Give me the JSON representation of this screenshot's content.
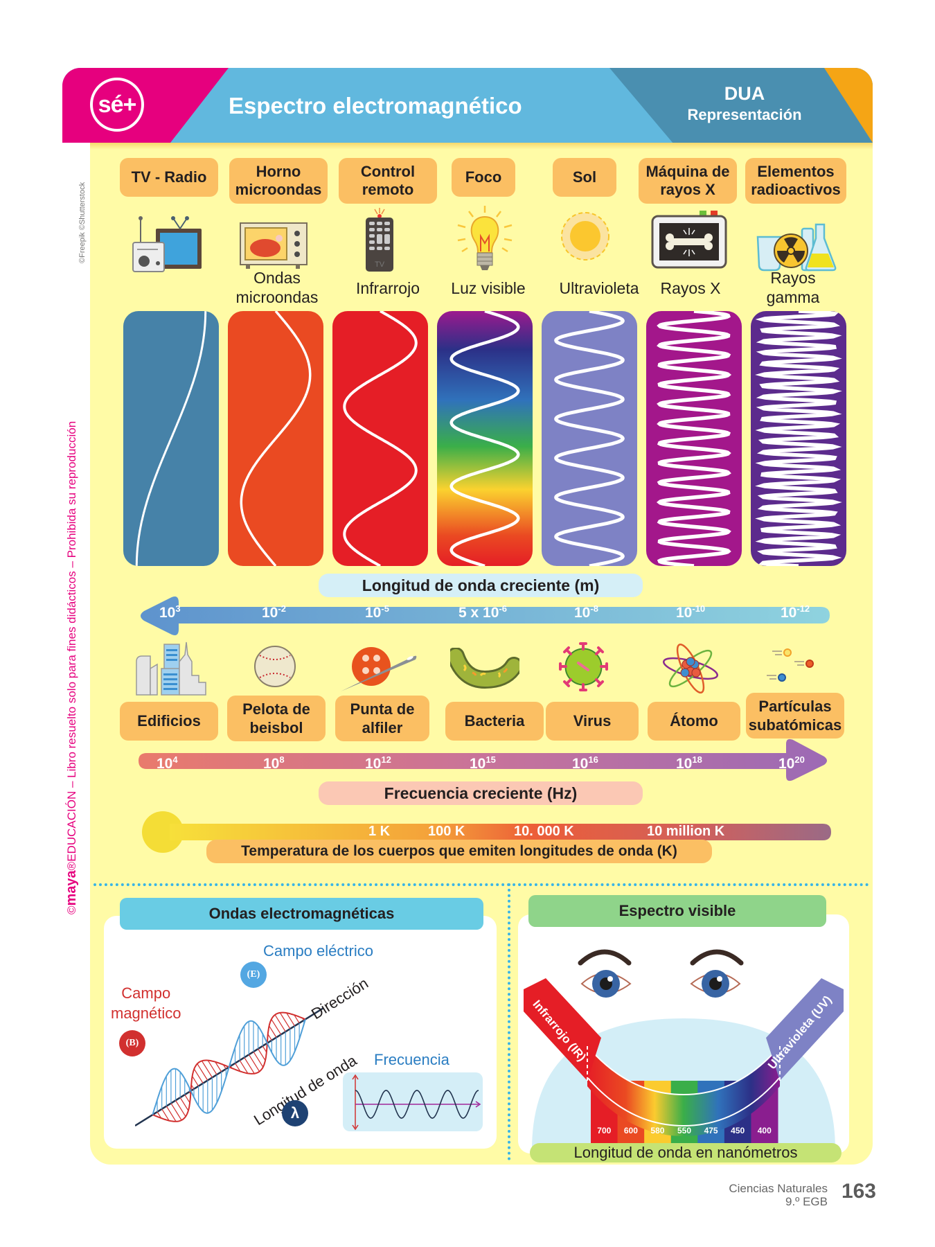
{
  "header": {
    "logo_text": "sé+",
    "title": "Espectro electromagnético",
    "badge_title": "DUA",
    "badge_subtitle": "Representación"
  },
  "side_texts": {
    "credit": "©Freepik  ©Shutterstock",
    "copyright_brand": "maya",
    "copyright_rest": "®EDUCACIÓN – Libro resuelto solo para fines didácticos – Prohibida su reproducción",
    "copyright_symbol": "©"
  },
  "sources": [
    {
      "label": "TV - Radio",
      "icon": "tv-radio-icon",
      "wave": "",
      "color": "#4682a8"
    },
    {
      "label": "Horno microondas",
      "icon": "microwave-icon",
      "wave": "Ondas microondas",
      "color": "#ea4a22"
    },
    {
      "label": "Control remoto",
      "icon": "remote-control-icon",
      "wave": "Infrarrojo",
      "color": "#e51e26"
    },
    {
      "label": "Foco",
      "icon": "light-bulb-icon",
      "wave": "Luz visible",
      "color": "rainbow"
    },
    {
      "label": "Sol",
      "icon": "sun-icon",
      "wave": "Ultravioleta",
      "color": "#7e82c5"
    },
    {
      "label": "Máquina de rayos X",
      "icon": "x-ray-machine-icon",
      "wave": "Rayos X",
      "color": "#a3178b"
    },
    {
      "label": "Elementos radioactivos",
      "icon": "radioactive-icon",
      "wave": "Rayos gamma",
      "color": "#5c2b8d"
    }
  ],
  "wavelength_bar": {
    "title": "Longitud de onda creciente (m)",
    "ticks": [
      {
        "base": "10",
        "exp": "3"
      },
      {
        "base": "10",
        "exp": "-2"
      },
      {
        "base": "10",
        "exp": "-5"
      },
      {
        "base": "5 x 10",
        "exp": "-6"
      },
      {
        "base": "10",
        "exp": "-8"
      },
      {
        "base": "10",
        "exp": "-10"
      },
      {
        "base": "10",
        "exp": "-12"
      }
    ]
  },
  "objects": [
    {
      "label": "Edificios",
      "icon": "buildings-icon"
    },
    {
      "label": "Pelota de beisbol",
      "icon": "baseball-icon"
    },
    {
      "label": "Punta de alfiler",
      "icon": "pin-needle-icon"
    },
    {
      "label": "Bacteria",
      "icon": "bacteria-icon"
    },
    {
      "label": "Virus",
      "icon": "virus-icon"
    },
    {
      "label": "Átomo",
      "icon": "atom-icon"
    },
    {
      "label": "Partículas subatómicas",
      "icon": "particles-icon"
    }
  ],
  "frequency_bar": {
    "title": "Frecuencia creciente (Hz)",
    "ticks": [
      {
        "base": "10",
        "exp": "4"
      },
      {
        "base": "10",
        "exp": "8"
      },
      {
        "base": "10",
        "exp": "12"
      },
      {
        "base": "10",
        "exp": "15"
      },
      {
        "base": "10",
        "exp": "16"
      },
      {
        "base": "10",
        "exp": "18"
      },
      {
        "base": "10",
        "exp": "20"
      }
    ]
  },
  "temperature_bar": {
    "title": "Temperatura de los cuerpos que emiten longitudes de onda (K)",
    "ticks": [
      "1 K",
      "100 K",
      "10. 000 K",
      "10 million K"
    ]
  },
  "em_waves": {
    "title": "Ondas electromagnéticas",
    "electric_field": "Campo eléctrico",
    "electric_symbol": "(E)",
    "magnetic_field_line1": "Campo",
    "magnetic_field_line2": "magnético",
    "magnetic_symbol": "(B)",
    "direction": "Dirección",
    "wavelength": "Longitud de onda",
    "lambda": "λ",
    "frequency": "Frecuencia"
  },
  "visible_spectrum": {
    "title": "Espectro visible",
    "infrared": "Infrarrojo (IR)",
    "ultraviolet": "Ultravioleta (UV)",
    "footer": "Longitud de onda en nanómetros",
    "bands": [
      {
        "nm": "700",
        "color": "#e51e26"
      },
      {
        "nm": "600",
        "color": "#ea4a22"
      },
      {
        "nm": "580",
        "color": "#fbcb2f"
      },
      {
        "nm": "550",
        "color": "#3aae49"
      },
      {
        "nm": "475",
        "color": "#3072bb"
      },
      {
        "nm": "450",
        "color": "#2c3087"
      },
      {
        "nm": "400",
        "color": "#8a1e8f"
      }
    ]
  },
  "footer": {
    "subject": "Ciencias Naturales",
    "grade": "9.º EGB",
    "page": "163"
  }
}
